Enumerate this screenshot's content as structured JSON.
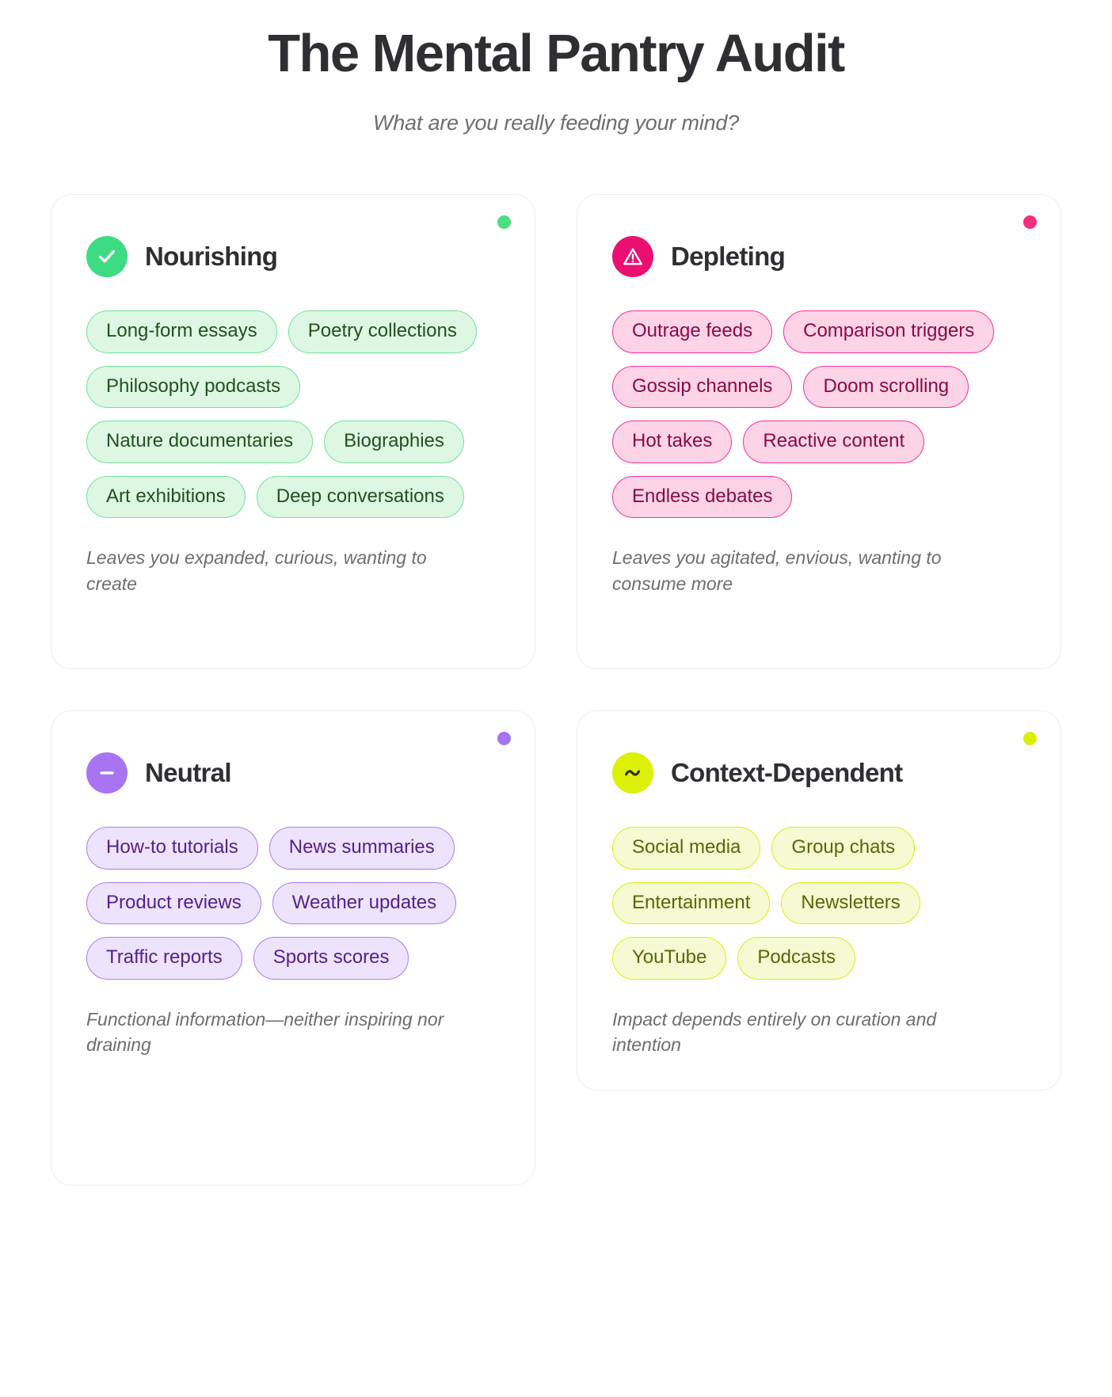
{
  "header": {
    "title": "The Mental Pantry Audit",
    "subtitle": "What are you really feeding your mind?"
  },
  "cards": [
    {
      "key": "nourishing",
      "title": "Nourishing",
      "icon": "check-icon",
      "accent": "#3ddc84",
      "dot_color": "#4ade80",
      "tags": [
        "Long-form essays",
        "Poetry collections",
        "Philosophy podcasts",
        "Nature documentaries",
        "Biographies",
        "Art exhibitions",
        "Deep conversations"
      ],
      "note": "Leaves you expanded, curious, wanting to create"
    },
    {
      "key": "depleting",
      "title": "Depleting",
      "icon": "warning-triangle-icon",
      "accent": "#ec0f72",
      "dot_color": "#f62e7f",
      "tags": [
        "Outrage feeds",
        "Comparison triggers",
        "Gossip channels",
        "Doom scrolling",
        "Hot takes",
        "Reactive content",
        "Endless debates"
      ],
      "note": "Leaves you agitated, envious, wanting to consume more"
    },
    {
      "key": "neutral",
      "title": "Neutral",
      "icon": "minus-icon",
      "accent": "#a874f2",
      "dot_color": "#a474f0",
      "tags": [
        "How-to tutorials",
        "News summaries",
        "Product reviews",
        "Weather updates",
        "Traffic reports",
        "Sports scores"
      ],
      "note": "Functional information—neither inspiring nor draining"
    },
    {
      "key": "context-dependent",
      "title": "Context-Dependent",
      "icon": "tilde-icon",
      "accent": "#dcf008",
      "dot_color": "#d9ef08",
      "tags": [
        "Social media",
        "Group chats",
        "Entertainment",
        "Newsletters",
        "YouTube",
        "Podcasts"
      ],
      "note": "Impact depends entirely on curation and intention"
    }
  ]
}
